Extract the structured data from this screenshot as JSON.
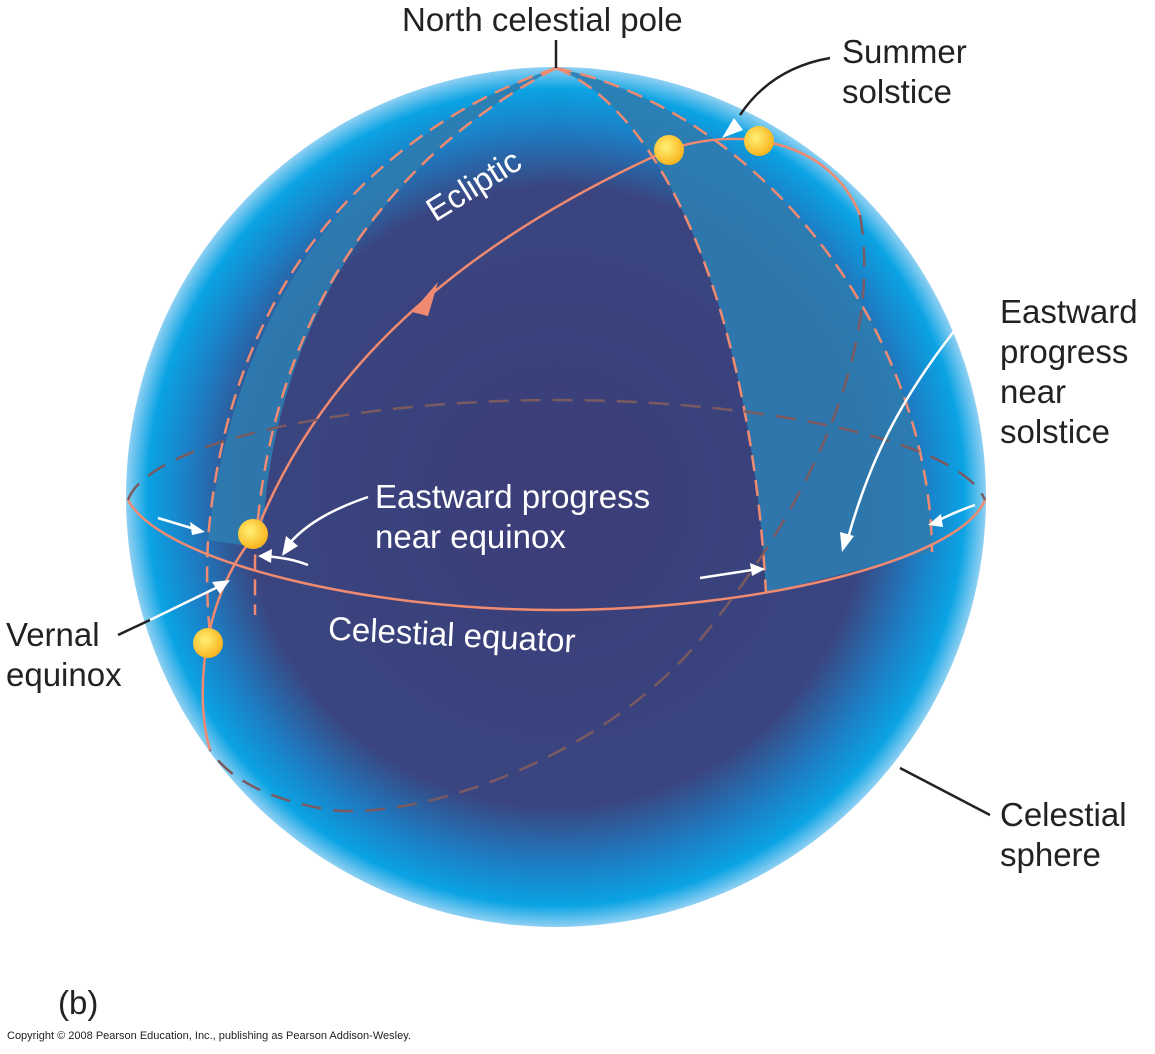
{
  "labels": {
    "north_pole": "North celestial pole",
    "summer_solstice": "Summer\nsolstice",
    "ecliptic": "Ecliptic",
    "eastward_solstice": "Eastward\nprogress\nnear\nsolstice",
    "eastward_equinox": "Eastward progress\nnear equinox",
    "vernal_equinox": "Vernal\nequinox",
    "celestial_equator": "Celestial equator",
    "celestial_sphere": "Celestial\nsphere",
    "panel": "(b)"
  },
  "copyright": "Copyright © 2008 Pearson Education, Inc., publishing as Pearson Addison-Wesley.",
  "colors": {
    "sphere_edge": "#0aa0e0",
    "sphere_inner": "#3a3e78",
    "band": "#2e7cb0",
    "line": "#f08a70",
    "sun": "#fbc02d"
  }
}
